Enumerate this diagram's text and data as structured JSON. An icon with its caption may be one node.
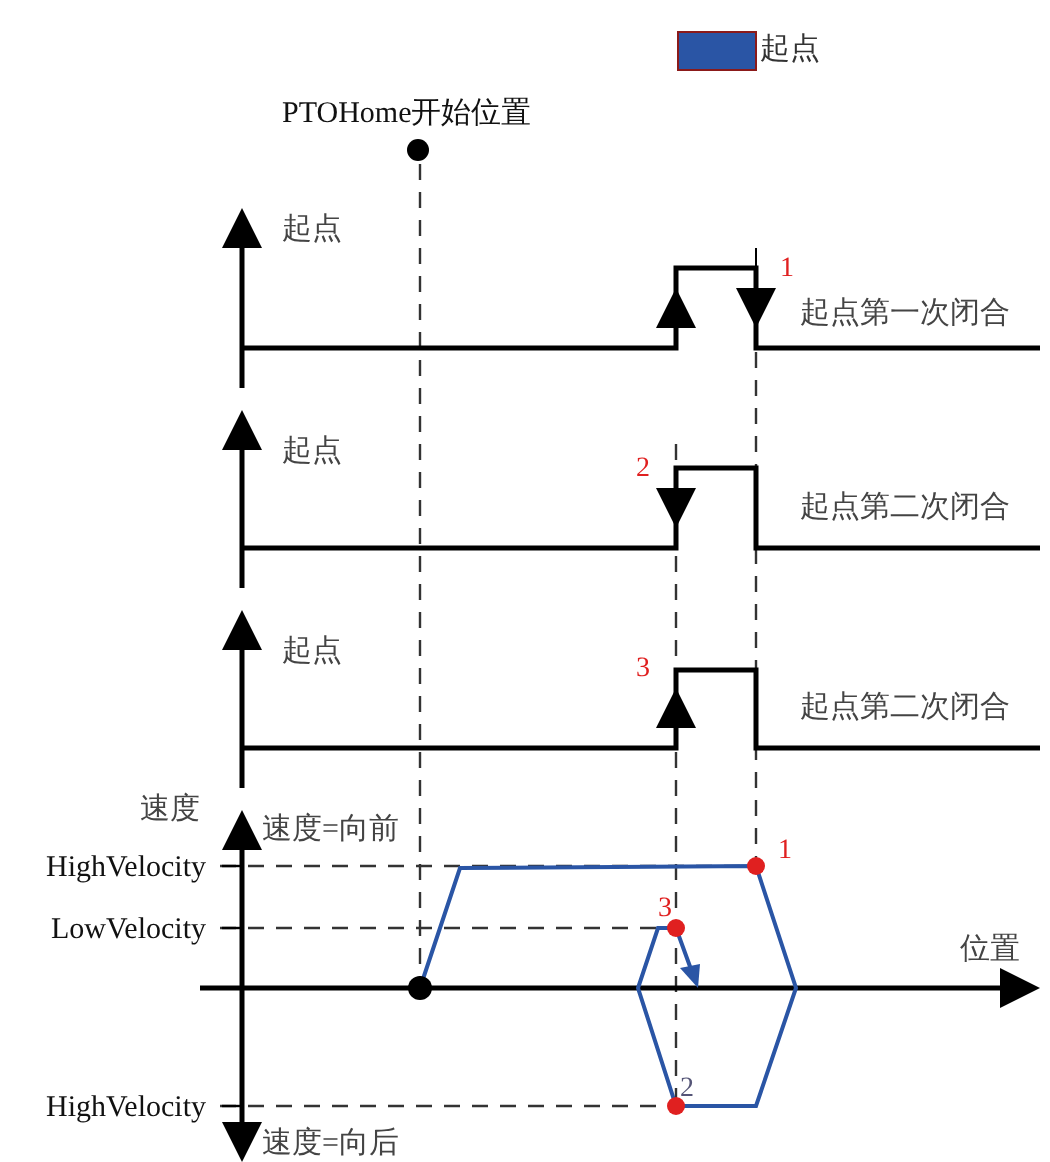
{
  "diagram": {
    "labels": [
      "PTOHome开始位置",
      "起点",
      "1",
      "起点第一次闭合",
      "起点",
      "2",
      "起点第二次闭合",
      "起点",
      "3",
      "起点第二次闭合",
      "速度",
      "速度=向前",
      "HighVelocity",
      "1",
      "LowVelocity",
      "3",
      "位置",
      "2",
      "HighVelocity",
      "速度=向后"
    ],
    "legend": [
      {
        "text": "起点",
        "color": "#2a55a5"
      }
    ]
  }
}
